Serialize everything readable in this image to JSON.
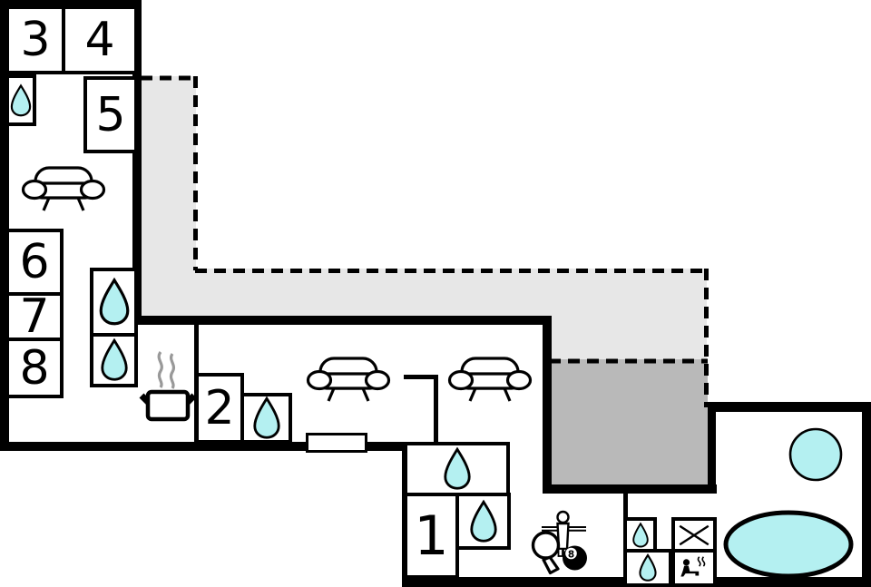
{
  "meta": {
    "type": "floor-plan"
  },
  "rooms": {
    "r1": "1",
    "r2": "2",
    "r3": "3",
    "r4": "4",
    "r5": "5",
    "r6": "6",
    "r7": "7",
    "r8": "8"
  },
  "labels": {
    "eight_ball": "8"
  },
  "colors": {
    "water": "#b4f0f1",
    "terrace_open": "#e7e7e7",
    "terrace_covered": "#b9b9b9",
    "wall": "#000000",
    "smoke": "#999999"
  }
}
